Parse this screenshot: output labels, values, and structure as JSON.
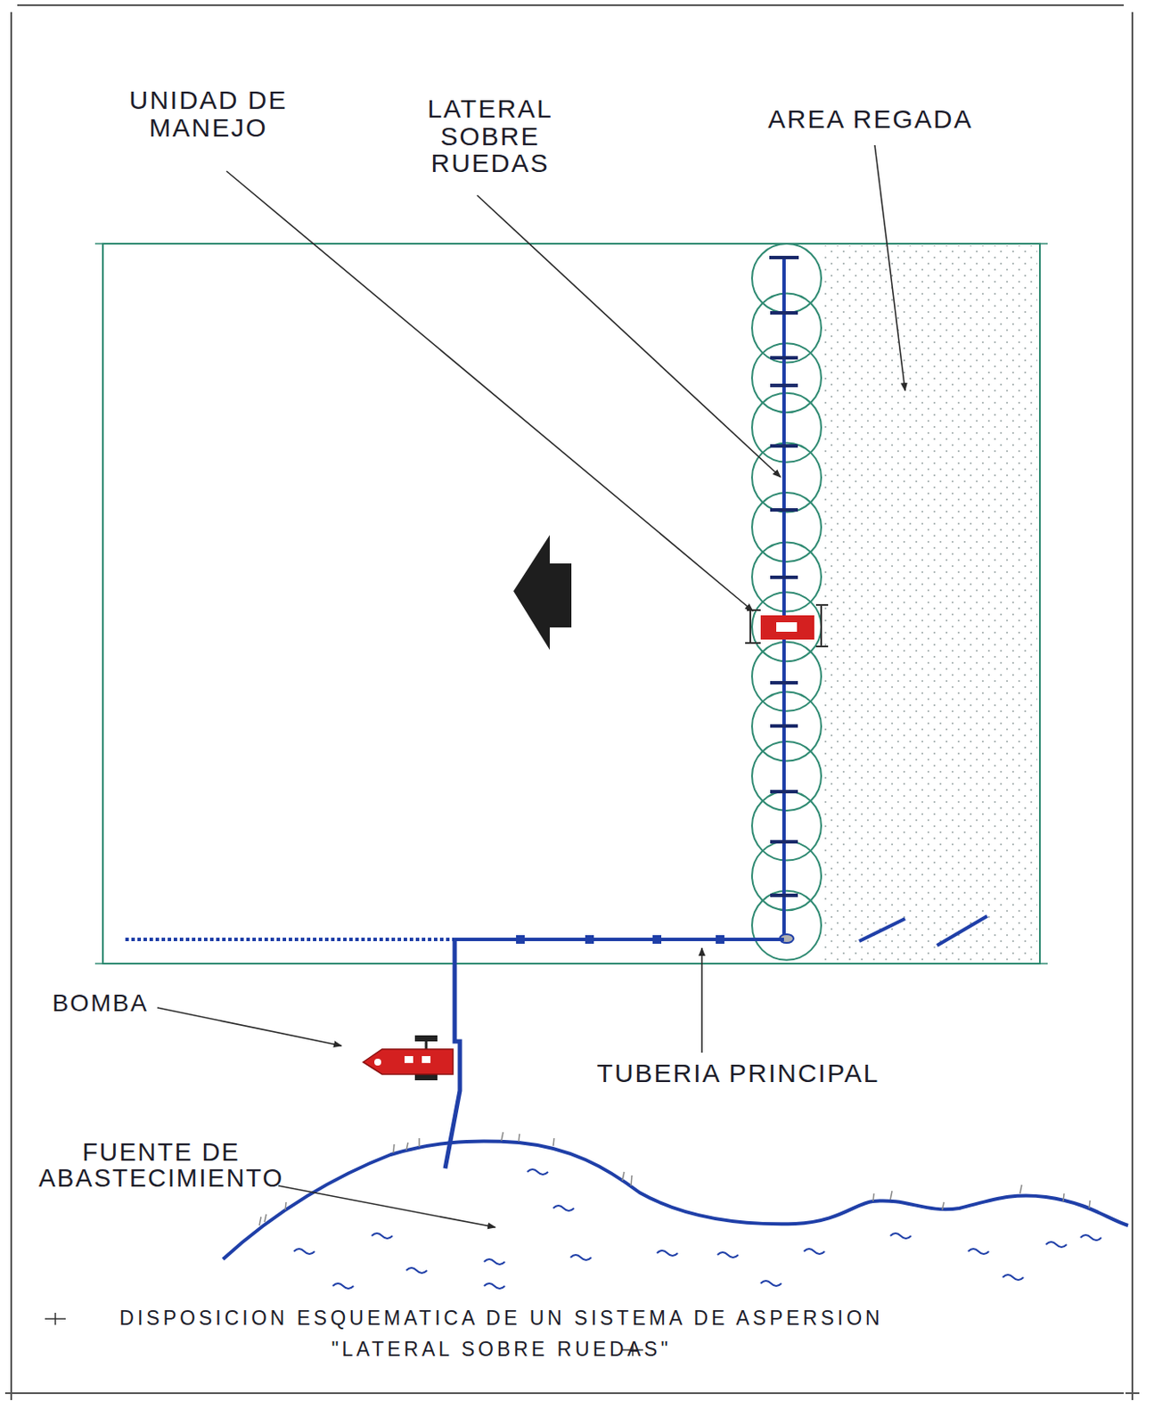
{
  "diagram": {
    "caption": "DISPOSICION ESQUEMATICA DE UN SISTEMA DE ASPERSION \"LATERAL SOBRE RUEDAS\"",
    "labels": [
      "UNIDAD DE MANEJO",
      "LATERAL SOBRE RUEDAS",
      "AREA REGADA",
      "BOMBA",
      "TUBERIA PRINCIPAL",
      "FUENTE DE ABASTECIMIENTO"
    ]
  }
}
